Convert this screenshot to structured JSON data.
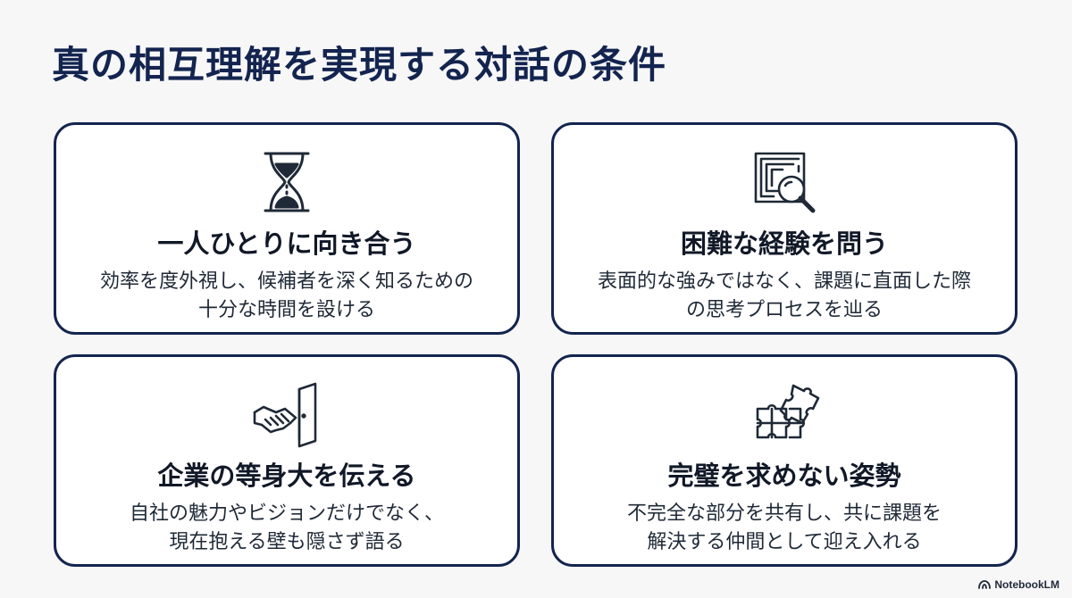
{
  "slide": {
    "title": "真の相互理解を実現する対話の条件"
  },
  "cards": [
    {
      "icon": "hourglass-icon",
      "title": "一人ひとりに向き合う",
      "desc_lines": [
        "効率を度外視し、候補者を深く知るための",
        "十分な時間を設ける"
      ]
    },
    {
      "icon": "maze-magnifier-icon",
      "title": "困難な経験を問う",
      "desc_lines": [
        "表面的な強みではなく、課題に直面した際",
        "の思考プロセスを辿る"
      ]
    },
    {
      "icon": "handshake-door-icon",
      "title": "企業の等身大を伝える",
      "desc_lines": [
        "自社の魅力やビジョンだけでなく、",
        "現在抱える壁も隠さず語る"
      ]
    },
    {
      "icon": "puzzle-icon",
      "title": "完璧を求めない姿勢",
      "desc_lines": [
        "不完全な部分を共有し、共に課題を",
        "解決する仲間として迎え入れる"
      ]
    }
  ],
  "brand": {
    "label": "NotebookLM",
    "icon": "notebooklm-logo-icon"
  },
  "colors": {
    "title": "#13244f",
    "border": "#13244f",
    "background": "#f7f7f8",
    "card": "#ffffff"
  }
}
